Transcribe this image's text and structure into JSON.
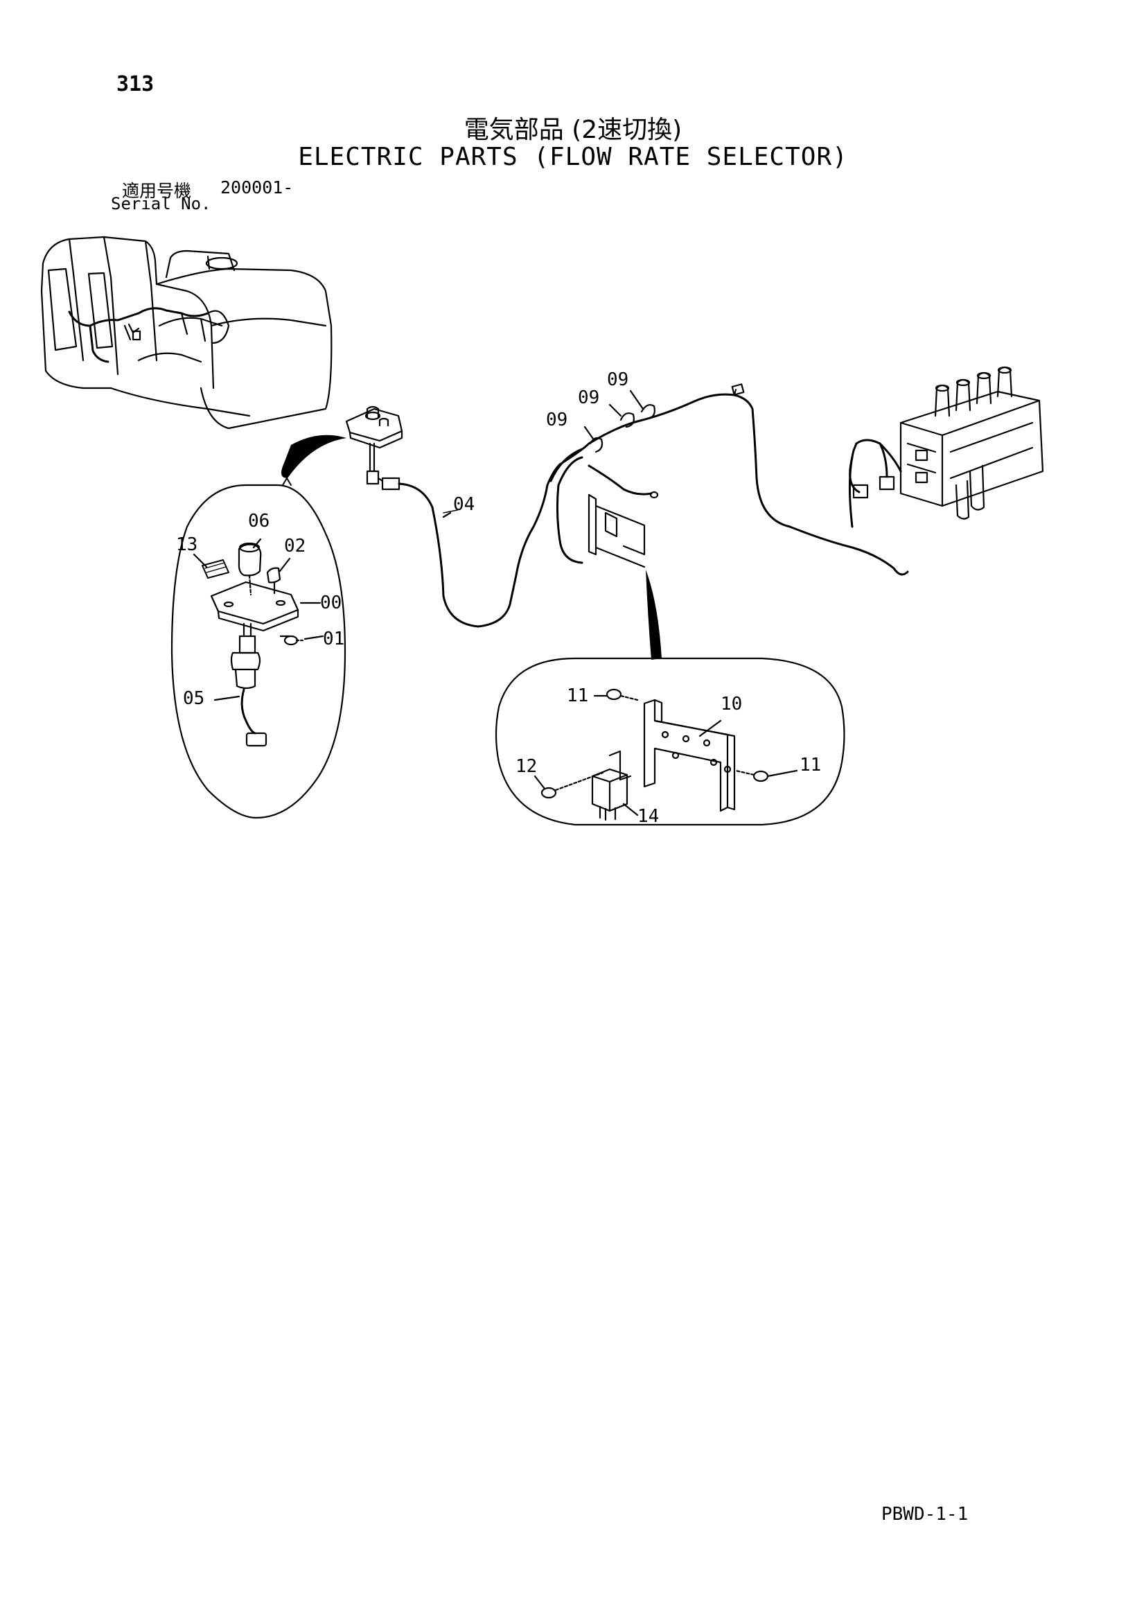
{
  "page_number": "313",
  "title_ja": "電気部品 (2速切換)",
  "title_en": "ELECTRIC PARTS (FLOW RATE SELECTOR)",
  "serial": {
    "label_ja": "適用号機",
    "value": "200001-",
    "label_en": "Serial No."
  },
  "callouts": {
    "c00": "00",
    "c01": "01",
    "c02": "02",
    "c04": "04",
    "c05": "05",
    "c06": "06",
    "c09a": "09",
    "c09b": "09",
    "c09c": "09",
    "c10": "10",
    "c11a": "11",
    "c11b": "11",
    "c12": "12",
    "c13": "13",
    "c14": "14"
  },
  "page_code": "PBWD-1-1"
}
